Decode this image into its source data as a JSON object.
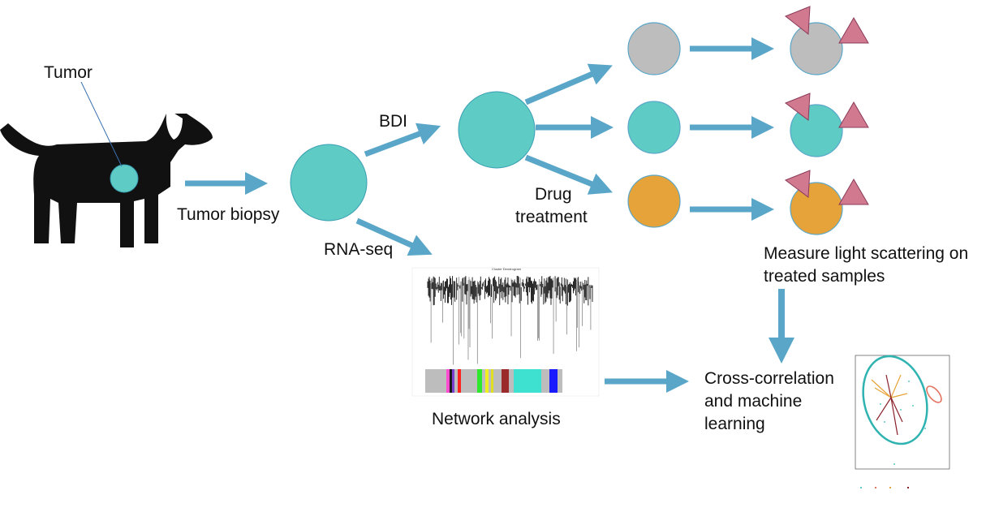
{
  "colors": {
    "arrow": "#5aa6c8",
    "teal": "#5ecbc4",
    "gray": "#bdbdbd",
    "orange": "#e6a33a",
    "triangle": "#d17a8f",
    "dog": "#111111"
  },
  "labels": {
    "tumor": "Tumor",
    "tumor_biopsy": "Tumor biopsy",
    "bdi": "BDI",
    "rna_seq": "RNA-seq",
    "drug_treatment_line1": "Drug",
    "drug_treatment_line2": "treatment",
    "measure_line1": "Measure light scattering on",
    "measure_line2": "treated samples",
    "network_analysis": "Network analysis",
    "cross_line1": "Cross-correlation",
    "cross_line2": "and machine",
    "cross_line3": "learning"
  },
  "icons": [
    "dog-icon",
    "tumor-circle-icon",
    "cell-circle-icon",
    "particle-triangle-icon"
  ]
}
